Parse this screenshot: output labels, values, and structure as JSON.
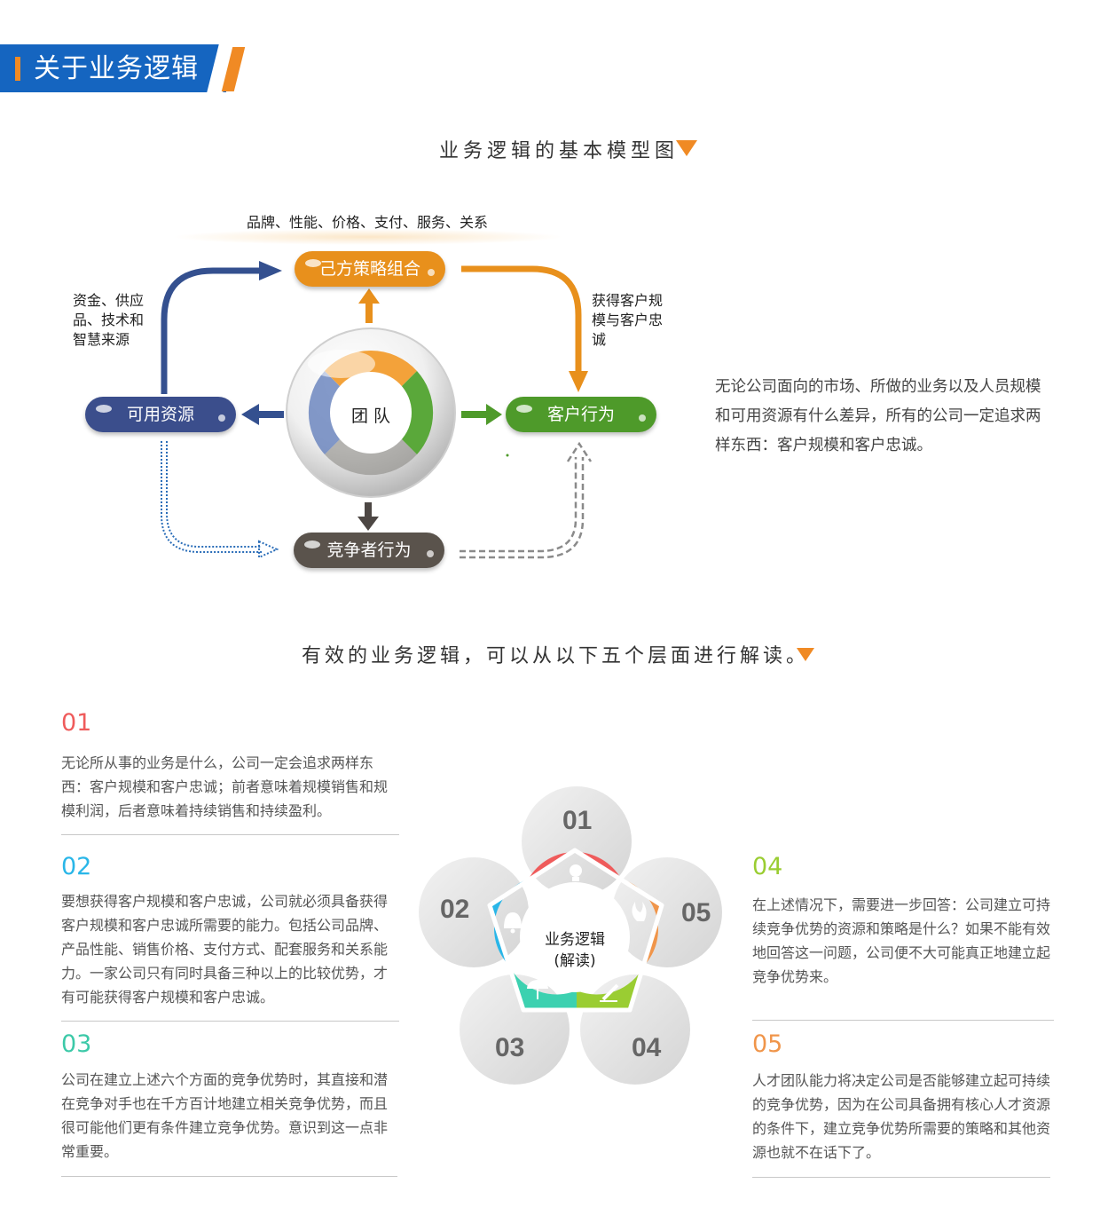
{
  "header": {
    "title": "关于业务逻辑"
  },
  "model": {
    "title": "业务逻辑的基本模型图",
    "top_label": "品牌、性能、价格、支付、服务、关系",
    "left_label": "资金、供应品、技术和智慧来源",
    "right_label": "获得客户规模与客户忠诚",
    "center": "团 队",
    "nodes": {
      "strategy": "己方策略组合",
      "resources": "可用资源",
      "customer": "客户行为",
      "competitor": "竞争者行为"
    },
    "colors": {
      "strategy": "#e8901c",
      "resources": "#3b4e8c",
      "customer": "#4e9a2a",
      "competitor": "#5a534c"
    },
    "description": "无论公司面向的市场、所做的业务以及人员规模和可用资源有什么差异，所有的公司一定追求两样东西：客户规模和客户忠诚。"
  },
  "interpretation": {
    "title": "有效的业务逻辑，可以从以下五个层面进行解读。",
    "center_line1": "业务逻辑",
    "center_line2": "(解读)",
    "petal_numbers": [
      "01",
      "02",
      "03",
      "04",
      "05"
    ],
    "petal_icons": [
      "bulb-icon",
      "bell-icon",
      "umbrella-icon",
      "pencil-icon",
      "flame-icon"
    ],
    "items": [
      {
        "num": "01",
        "color": "#ef5b5b",
        "text": "无论所从事的业务是什么，公司一定会追求两样东西：客户规模和客户忠诚；前者意味着规模销售和规模利润，后者意味着持续销售和持续盈利。"
      },
      {
        "num": "02",
        "color": "#29b6e8",
        "text": "要想获得客户规模和客户忠诚，公司就必须具备获得客户规模和客户忠诚所需要的能力。包括公司品牌、产品性能、销售价格、支付方式、配套服务和关系能力。一家公司只有同时具备三种以上的比较优势，才有可能获得客户规模和客户忠诚。"
      },
      {
        "num": "03",
        "color": "#3cc9a8",
        "text": "公司在建立上述六个方面的竞争优势时，其直接和潜在竞争对手也在千方百计地建立相关竞争优势，而且很可能他们更有条件建立竞争优势。意识到这一点非常重要。"
      },
      {
        "num": "04",
        "color": "#9acd32",
        "text": "在上述情况下，需要进一步回答：公司建立可持续竞争优势的资源和策略是什么？如果不能有效地回答这一问题，公司便不大可能真正地建立起竞争优势来。"
      },
      {
        "num": "05",
        "color": "#f0954a",
        "text": "人才团队能力将决定公司是否能够建立起可持续的竞争优势，因为在公司具备拥有核心人才资源的条件下，建立竞争优势所需要的策略和其他资源也就不在话下了。"
      }
    ]
  }
}
